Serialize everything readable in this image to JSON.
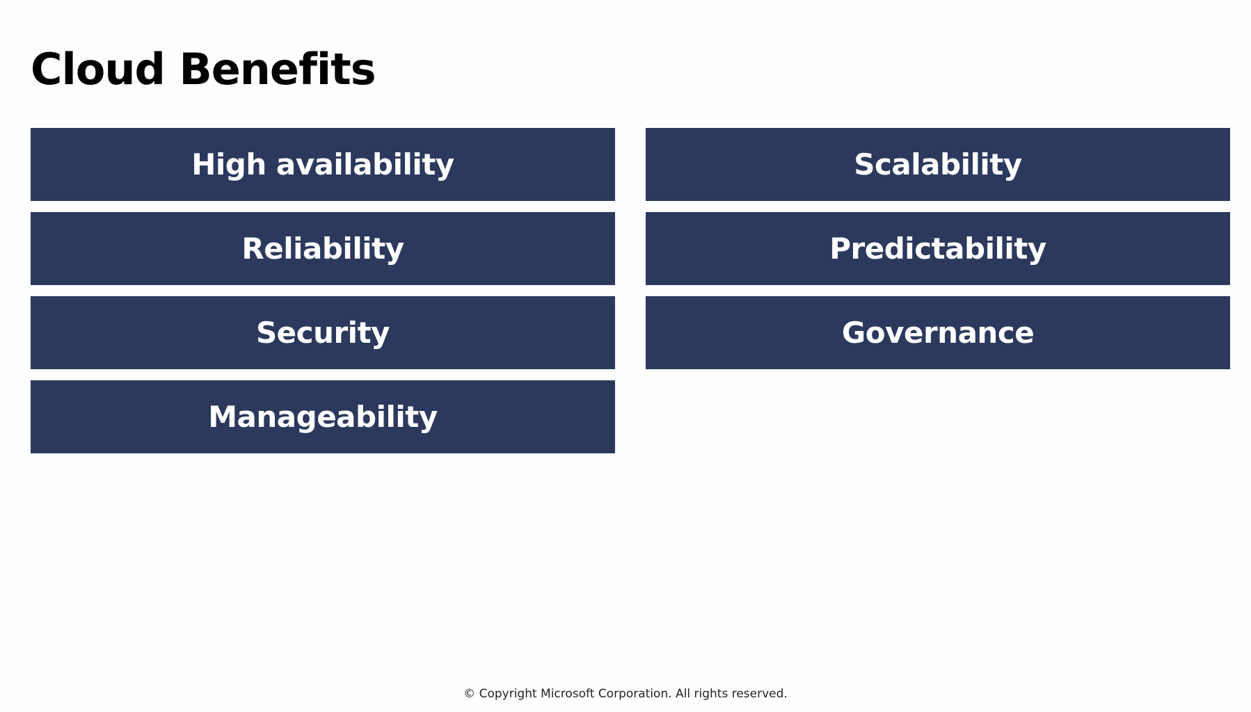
{
  "slide": {
    "title": "Cloud Benefits",
    "tile_color": "#2c395d",
    "tiles_left": [
      {
        "label": "High availability"
      },
      {
        "label": "Reliability"
      },
      {
        "label": "Security"
      },
      {
        "label": "Manageability"
      }
    ],
    "tiles_right": [
      {
        "label": "Scalability"
      },
      {
        "label": "Predictability"
      },
      {
        "label": "Governance"
      }
    ],
    "footer": "© Copyright Microsoft Corporation. All rights reserved."
  }
}
